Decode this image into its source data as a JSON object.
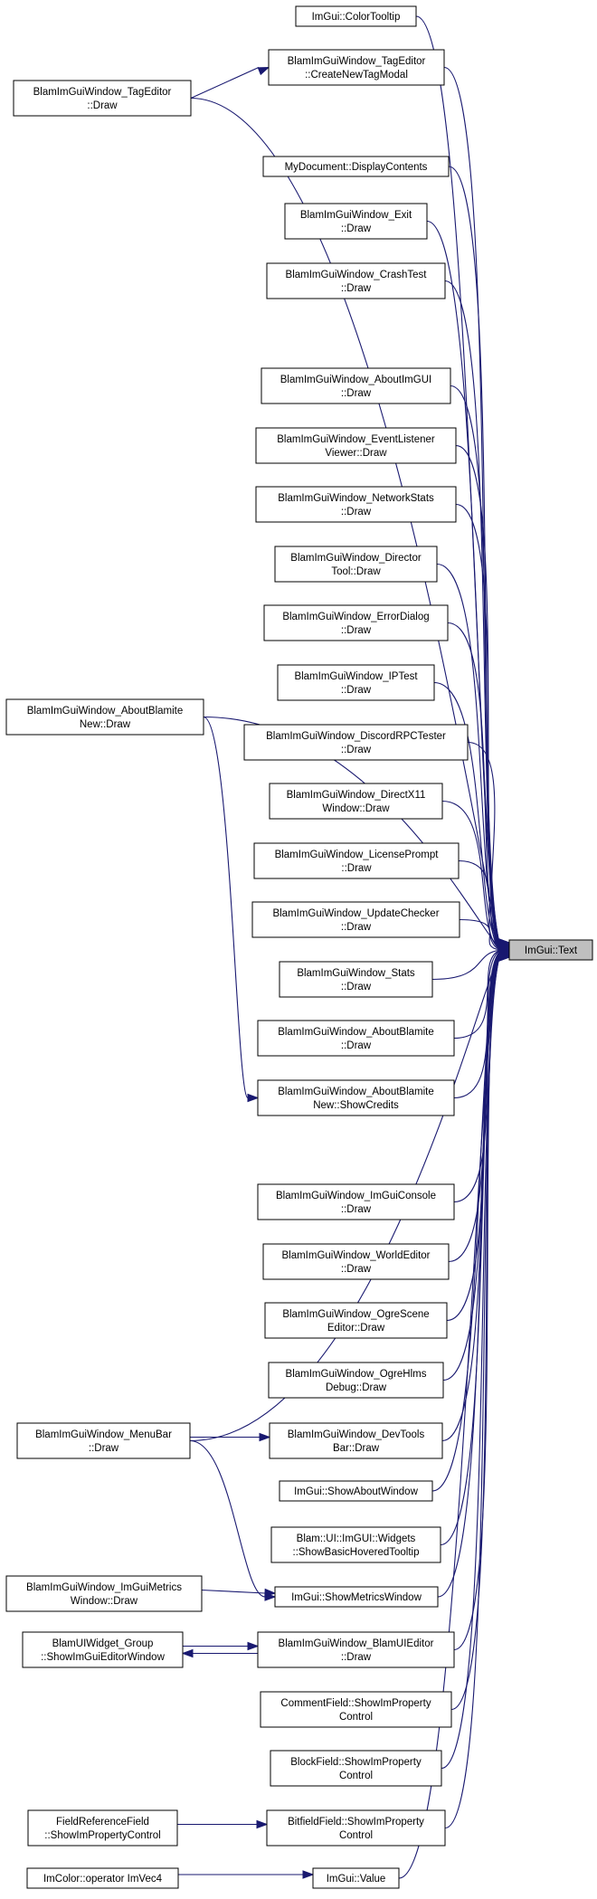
{
  "graph": {
    "target": {
      "id": "text",
      "lines": [
        "ImGui::Text"
      ]
    },
    "nodes": [
      {
        "id": "colortooltip",
        "lines": [
          "ImGui::ColorTooltip"
        ]
      },
      {
        "id": "tageditor_createnew",
        "lines": [
          "BlamImGuiWindow_TagEditor",
          "::CreateNewTagModal"
        ]
      },
      {
        "id": "tageditor_draw",
        "lines": [
          "BlamImGuiWindow_TagEditor",
          "::Draw"
        ]
      },
      {
        "id": "mydocument",
        "lines": [
          "MyDocument::DisplayContents"
        ]
      },
      {
        "id": "exit",
        "lines": [
          "BlamImGuiWindow_Exit",
          "::Draw"
        ]
      },
      {
        "id": "crashtest",
        "lines": [
          "BlamImGuiWindow_CrashTest",
          "::Draw"
        ]
      },
      {
        "id": "aboutimgui",
        "lines": [
          "BlamImGuiWindow_AboutImGUI",
          "::Draw"
        ]
      },
      {
        "id": "eventlistener",
        "lines": [
          "BlamImGuiWindow_EventListener",
          "Viewer::Draw"
        ]
      },
      {
        "id": "networkstats",
        "lines": [
          "BlamImGuiWindow_NetworkStats",
          "::Draw"
        ]
      },
      {
        "id": "director",
        "lines": [
          "BlamImGuiWindow_Director",
          "Tool::Draw"
        ]
      },
      {
        "id": "errordialog",
        "lines": [
          "BlamImGuiWindow_ErrorDialog",
          "::Draw"
        ]
      },
      {
        "id": "aboutblamitenew_draw",
        "lines": [
          "BlamImGuiWindow_AboutBlamite",
          "New::Draw"
        ]
      },
      {
        "id": "iptest",
        "lines": [
          "BlamImGuiWindow_IPTest",
          "::Draw"
        ]
      },
      {
        "id": "discordrpc",
        "lines": [
          "BlamImGuiWindow_DiscordRPCTester",
          "::Draw"
        ]
      },
      {
        "id": "directx11",
        "lines": [
          "BlamImGuiWindow_DirectX11",
          "Window::Draw"
        ]
      },
      {
        "id": "licenseprompt",
        "lines": [
          "BlamImGuiWindow_LicensePrompt",
          "::Draw"
        ]
      },
      {
        "id": "updatechecker",
        "lines": [
          "BlamImGuiWindow_UpdateChecker",
          "::Draw"
        ]
      },
      {
        "id": "stats",
        "lines": [
          "BlamImGuiWindow_Stats",
          "::Draw"
        ]
      },
      {
        "id": "aboutblamite",
        "lines": [
          "BlamImGuiWindow_AboutBlamite",
          "::Draw"
        ]
      },
      {
        "id": "showcredits",
        "lines": [
          "BlamImGuiWindow_AboutBlamite",
          "New::ShowCredits"
        ]
      },
      {
        "id": "imguiconsole",
        "lines": [
          "BlamImGuiWindow_ImGuiConsole",
          "::Draw"
        ]
      },
      {
        "id": "worldeditor",
        "lines": [
          "BlamImGuiWindow_WorldEditor",
          "::Draw"
        ]
      },
      {
        "id": "ogrescene",
        "lines": [
          "BlamImGuiWindow_OgreScene",
          "Editor::Draw"
        ]
      },
      {
        "id": "ogrehlms",
        "lines": [
          "BlamImGuiWindow_OgreHlms",
          "Debug::Draw"
        ]
      },
      {
        "id": "menubar",
        "lines": [
          "BlamImGuiWindow_MenuBar",
          "::Draw"
        ]
      },
      {
        "id": "devtoolsbar",
        "lines": [
          "BlamImGuiWindow_DevTools",
          "Bar::Draw"
        ]
      },
      {
        "id": "showaboutwindow",
        "lines": [
          "ImGui::ShowAboutWindow"
        ]
      },
      {
        "id": "basichovered",
        "lines": [
          "Blam::UI::ImGUI::Widgets",
          "::ShowBasicHoveredTooltip"
        ]
      },
      {
        "id": "imguimetrics",
        "lines": [
          "BlamImGuiWindow_ImGuiMetrics",
          "Window::Draw"
        ]
      },
      {
        "id": "showmetrics",
        "lines": [
          "ImGui::ShowMetricsWindow"
        ]
      },
      {
        "id": "uiwidgetgroup",
        "lines": [
          "BlamUIWidget_Group",
          "::ShowImGuiEditorWindow"
        ]
      },
      {
        "id": "blamuieditor",
        "lines": [
          "BlamImGuiWindow_BlamUIEditor",
          "::Draw"
        ]
      },
      {
        "id": "commentfield",
        "lines": [
          "CommentField::ShowImProperty",
          "Control"
        ]
      },
      {
        "id": "blockfield",
        "lines": [
          "BlockField::ShowImProperty",
          "Control"
        ]
      },
      {
        "id": "fieldreference",
        "lines": [
          "FieldReferenceField",
          "::ShowImPropertyControl"
        ]
      },
      {
        "id": "bitfieldfield",
        "lines": [
          "BitfieldField::ShowImProperty",
          "Control"
        ]
      },
      {
        "id": "imcolor",
        "lines": [
          "ImColor::operator ImVec4"
        ]
      },
      {
        "id": "value",
        "lines": [
          "ImGui::Value"
        ]
      }
    ],
    "edges": [
      {
        "from": "colortooltip",
        "to": "text"
      },
      {
        "from": "tageditor_createnew",
        "to": "text"
      },
      {
        "from": "tageditor_draw",
        "to": "tageditor_createnew"
      },
      {
        "from": "tageditor_draw",
        "to": "text"
      },
      {
        "from": "mydocument",
        "to": "text"
      },
      {
        "from": "exit",
        "to": "text"
      },
      {
        "from": "crashtest",
        "to": "text"
      },
      {
        "from": "aboutblamitenew_draw",
        "to": "text"
      },
      {
        "from": "aboutimgui",
        "to": "text"
      },
      {
        "from": "eventlistener",
        "to": "text"
      },
      {
        "from": "networkstats",
        "to": "text"
      },
      {
        "from": "director",
        "to": "text"
      },
      {
        "from": "errordialog",
        "to": "text"
      },
      {
        "from": "iptest",
        "to": "text"
      },
      {
        "from": "discordrpc",
        "to": "text"
      },
      {
        "from": "directx11",
        "to": "text"
      },
      {
        "from": "licenseprompt",
        "to": "text"
      },
      {
        "from": "updatechecker",
        "to": "text"
      },
      {
        "from": "stats",
        "to": "text"
      },
      {
        "from": "aboutblamite",
        "to": "text"
      },
      {
        "from": "aboutblamitenew_draw",
        "to": "showcredits"
      },
      {
        "from": "showcredits",
        "to": "text"
      },
      {
        "from": "menubar",
        "to": "text"
      },
      {
        "from": "imguiconsole",
        "to": "text"
      },
      {
        "from": "worldeditor",
        "to": "text"
      },
      {
        "from": "ogrescene",
        "to": "text"
      },
      {
        "from": "ogrehlms",
        "to": "text"
      },
      {
        "from": "menubar",
        "to": "devtoolsbar"
      },
      {
        "from": "devtoolsbar",
        "to": "text"
      },
      {
        "from": "showaboutwindow",
        "to": "text"
      },
      {
        "from": "basichovered",
        "to": "text"
      },
      {
        "from": "menubar",
        "to": "showmetrics"
      },
      {
        "from": "imguimetrics",
        "to": "showmetrics"
      },
      {
        "from": "showmetrics",
        "to": "text"
      },
      {
        "from": "blamuieditor",
        "to": "uiwidgetgroup"
      },
      {
        "from": "uiwidgetgroup",
        "to": "blamuieditor"
      },
      {
        "from": "blamuieditor",
        "to": "text"
      },
      {
        "from": "commentfield",
        "to": "text"
      },
      {
        "from": "blockfield",
        "to": "text"
      },
      {
        "from": "fieldreference",
        "to": "bitfieldfield"
      },
      {
        "from": "bitfieldfield",
        "to": "text"
      },
      {
        "from": "imcolor",
        "to": "value"
      },
      {
        "from": "value",
        "to": "text"
      }
    ]
  }
}
